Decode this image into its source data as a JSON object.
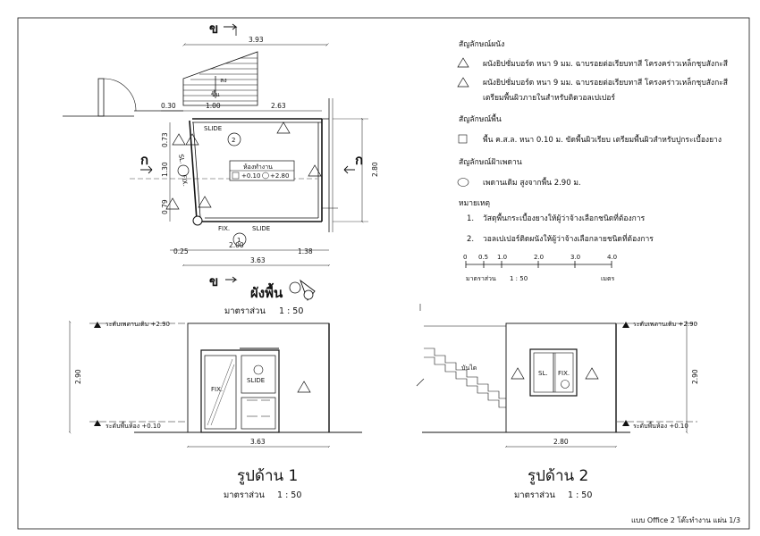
{
  "sheet_title": "แบบ Office 2 โต๊ะทำงาน แผ่น 1/3",
  "plan": {
    "title": "ผังพื้น",
    "scale_label": "มาตราส่วน",
    "scale": "1 : 50",
    "section_mark": "ข",
    "section_mark2": "ก",
    "stair_label": "ลง",
    "stair_label2": "ขึ้น",
    "room_name": "ห้องทำงาน",
    "room_floor_tag": "1",
    "room_floor_level": "+0.10",
    "room_ceiling_tag": "1",
    "room_ceiling_level": "+2.80",
    "callout_2": "2",
    "callout_1": "1",
    "win_slide_top": "SLIDE",
    "win_slide_bottom": "SLIDE",
    "win_fix_bottom": "FIX.",
    "win_sl_left": "SL.",
    "win_fix_left": "FIX.",
    "dims": {
      "top_total": "3.93",
      "d030": "0.30",
      "d100": "1.00",
      "d263": "2.63",
      "d073": "0.73",
      "d130": "1.30",
      "d079": "0.79",
      "d280": "2.80",
      "d025": "0.25",
      "d200": "2.00",
      "d138": "1.38",
      "bottom_total": "3.63"
    }
  },
  "legend": {
    "wall_heading": "สัญลักษณ์ผนัง",
    "wall_1": "ผนังยิปซั่มบอร์ด หนา 9 มม. ฉาบรอยต่อเรียบทาสี โครงคร่าวเหล็กชุบสังกะสี",
    "wall_1_tag": "1",
    "wall_2": "ผนังยิปซั่มบอร์ด หนา 9 มม. ฉาบรอยต่อเรียบทาสี โครงคร่าวเหล็กชุบสังกะสี",
    "wall_2b": "เตรียมพื้นผิวภายในสำหรับติดวอลเปเปอร์",
    "wall_2_tag": "2",
    "floor_heading": "สัญลักษณ์พื้น",
    "floor_1": "พื้น ค.ส.ล. หนา 0.10 ม. ขัดพื้นผิวเรียบ เตรียมพื้นผิวสำหรับปูกระเบื้องยาง",
    "floor_1_tag": "1",
    "ceiling_heading": "สัญลักษณ์ฝ้าเพดาน",
    "ceiling_1": "เพดานเดิม สูงจากพื้น 2.90 ม.",
    "ceiling_1_tag": "1",
    "notes_heading": "หมายเหตุ",
    "note_1_no": "1.",
    "note_1": "วัสดุพื้นกระเบื้องยางให้ผู้ว่าจ้างเลือกชนิดที่ต้องการ",
    "note_2_no": "2.",
    "note_2": "วอลเปเปอร์ติดผนังให้ผู้ว่าจ้างเลือกลายชนิดที่ต้องการ",
    "scalebar_ticks": [
      "0",
      "0.5",
      "1.0",
      "2.0",
      "3.0",
      "4.0"
    ],
    "scalebar_label": "มาตราส่วน",
    "scalebar_scale": "1 : 50",
    "scalebar_unit": "เมตร"
  },
  "elev1": {
    "title": "รูปด้าน 1",
    "scale_label": "มาตราส่วน",
    "scale": "1 : 50",
    "ceiling_label": "ระดับเพดานเดิม +2.90",
    "floor_label": "ระดับพื้นห้อง +0.10",
    "height_dim": "2.90",
    "width_dim": "3.63",
    "fix_label": "FIX.",
    "slide_label": "SLIDE",
    "door_tag": "1",
    "wall_tag": "1"
  },
  "elev2": {
    "title": "รูปด้าน 2",
    "scale_label": "มาตราส่วน",
    "scale": "1 : 50",
    "ceiling_label": "ระดับเพดานเดิม +2.90",
    "floor_label": "ระดับพื้นห้อง +0.10",
    "height_dim": "2.90",
    "width_dim": "2.80",
    "stair_label": "บันได",
    "sl_label": "SL.",
    "fix_label": "FIX.",
    "win_tag": "1",
    "wall_tag_left": "1",
    "wall_tag_right": "1"
  }
}
